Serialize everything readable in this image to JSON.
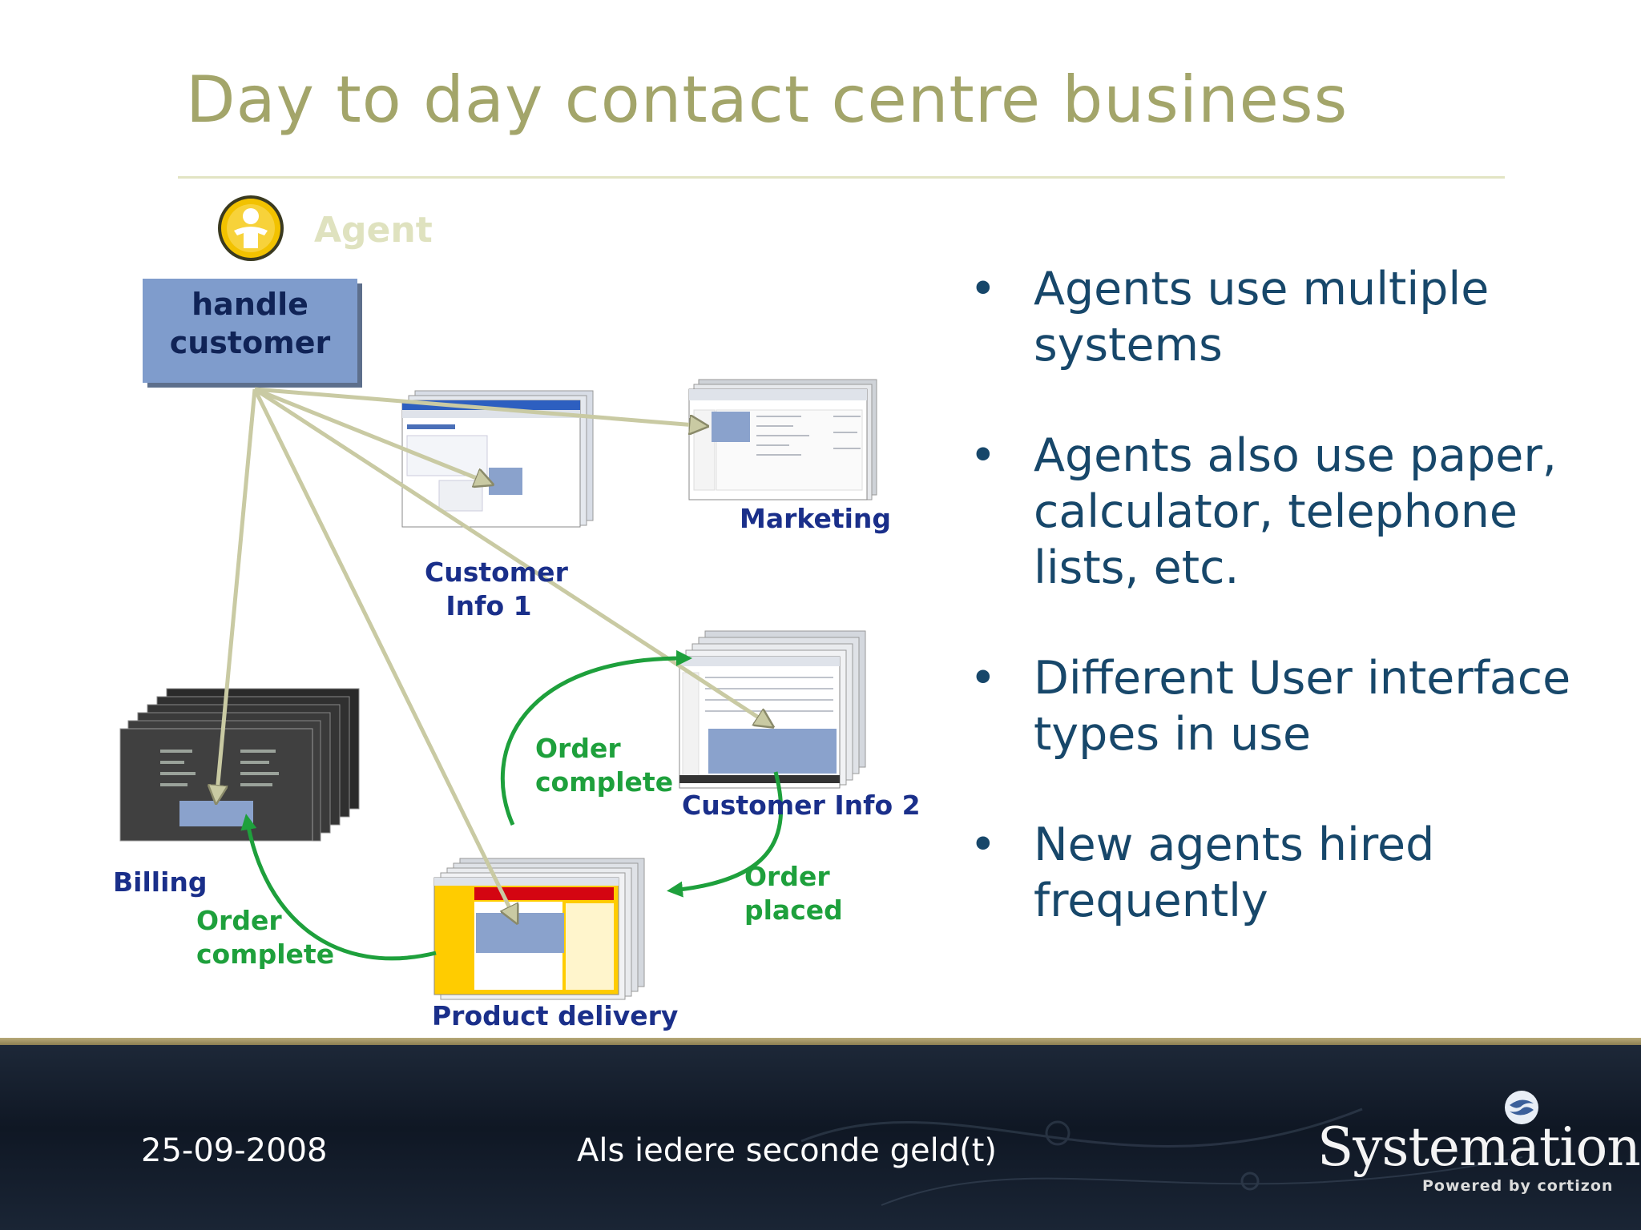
{
  "slide": {
    "title": "Day to day contact centre business",
    "agent_label": "Agent",
    "handle_task": "handle customer",
    "systems": {
      "customer_info_1": "Customer Info 1",
      "marketing": "Marketing",
      "customer_info_2": "Customer Info 2",
      "billing": "Billing",
      "product_delivery": "Product delivery"
    },
    "flows": {
      "order_complete_top": "Order complete",
      "order_placed": "Order placed",
      "order_complete_bottom": "Order complete"
    },
    "bullets": [
      "Agents use multiple systems",
      "Agents also use paper, calculator, telephone lists, etc.",
      "Different User interface types in use",
      "New agents hired frequently"
    ]
  },
  "footer": {
    "date": "25-09-2008",
    "tagline": "Als iedere seconde geld(t)",
    "logo_name": "Systemation",
    "logo_powered": "Powered by cortizon"
  },
  "colors": {
    "title": "#a3a56a",
    "box_fill": "#7f9ccc",
    "system_label": "#1a2f8a",
    "flow_label": "#1ea03c",
    "arrow": "#c9caa3",
    "bullet_text": "#17476a"
  },
  "icons": [
    "agent-icon",
    "bullet-dot",
    "logo-mark-icon"
  ]
}
